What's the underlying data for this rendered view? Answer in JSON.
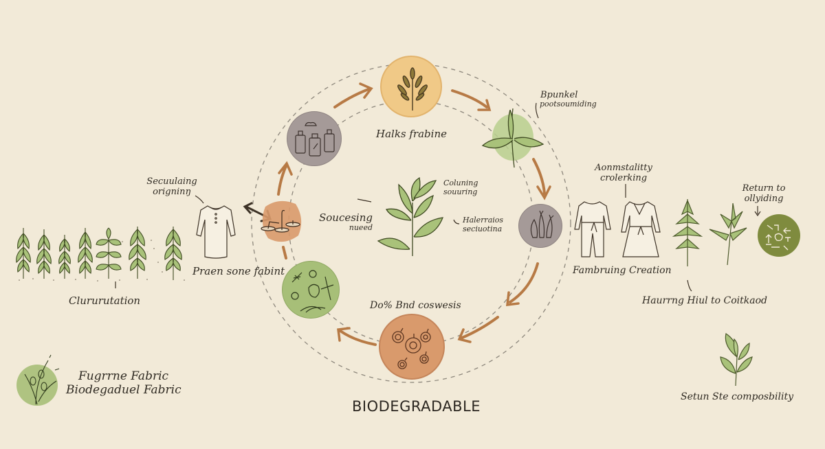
{
  "diagram": {
    "title": "BIODEGRADABLE",
    "colors": {
      "background": "#f2ead8",
      "arrow": "#b77a45",
      "dashed_ring": "#8d877c",
      "leaf_green": "#a9c27a",
      "leaf_stroke": "#4d5a2c",
      "node_yellow": "#f0c987",
      "node_mauve": "#a59a98",
      "node_orange": "#d99a6c",
      "node_green": "#a7bf78",
      "node_olive": "#7f8b3e"
    },
    "cycle_nodes": [
      {
        "id": "top",
        "label": "Halks frabine",
        "icon": "grain-stalk-icon",
        "color": "#f0c987"
      },
      {
        "id": "top-right",
        "label": "Bpunkel\npootsoumiding",
        "icon": "leafy-sprout-icon",
        "color": "#a9c27a"
      },
      {
        "id": "right",
        "label": "",
        "icon": "plant-sprouts-in-pots-icon",
        "color": "#a59a98"
      },
      {
        "id": "bottom",
        "label": "Do% Bnd coswesis",
        "icon": "microbes-icon",
        "color": "#d99a6c"
      },
      {
        "id": "bottom-left",
        "label": "Praen sone fabint",
        "icon": "insects-and-fungi-icon",
        "color": "#a7bf78"
      },
      {
        "id": "left",
        "label": "",
        "icon": "scales-icon",
        "color": "#d99a6c"
      },
      {
        "id": "top-left",
        "label": "",
        "icon": "bottles-icon",
        "color": "#a59a98"
      }
    ],
    "center": {
      "label_left": "Soucesing",
      "label_left_sub": "nueed",
      "label_top_right_1": "Coluning",
      "label_top_right_2": "souuring",
      "label_right_1": "Halerraios",
      "label_right_2": "seciuotina",
      "icon": "plant-branch-icon"
    },
    "left_panel": {
      "shirt_label_1": "Secuulaing",
      "shirt_label_2": "origninŋ",
      "crops_label": "Clururutation",
      "shirt_icon": "tunic-shirt-icon",
      "crops_icon": "crop-row-icon"
    },
    "right_panel": {
      "garments_label_1": "Aonmstalitty",
      "garments_label_2": "crolerking",
      "garments_caption": "Fambruing Creation",
      "herbs_caption": "Haurrng Hiul to Coitkaod",
      "return_label_1": "Return to",
      "return_label_2": "ollyiding",
      "return_icon": "recycle-symbols-icon"
    },
    "legend": {
      "line1": "Fugrrne Fabric",
      "line2": "Biodegaduel Fabric",
      "icon": "wild-grass-icon"
    },
    "bottom_right": {
      "caption": "Setun Ste composbility",
      "icon": "leaf-sprig-icon"
    }
  }
}
